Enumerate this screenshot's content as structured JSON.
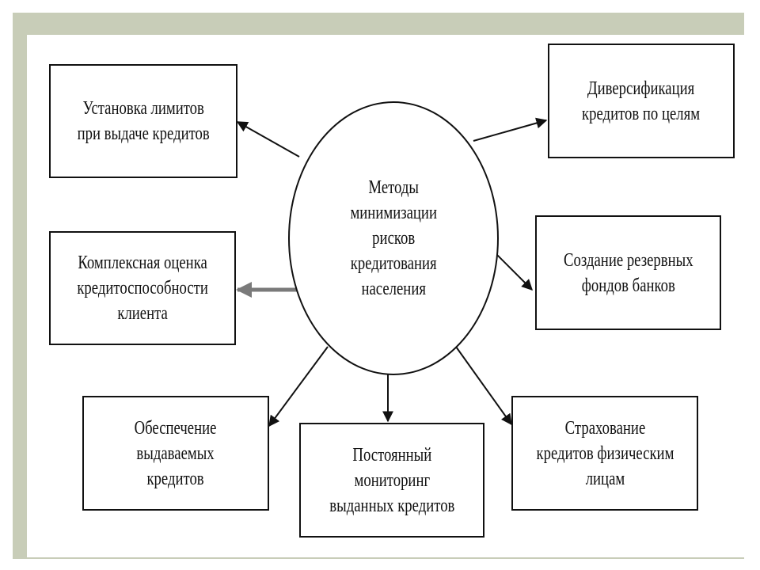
{
  "center": {
    "lines": [
      "Методы",
      "минимизации",
      "рисков",
      "кредитования",
      "населения"
    ]
  },
  "boxes": {
    "limits": {
      "lines": [
        "Установка лимитов",
        "при выдаче кредитов"
      ]
    },
    "diversification": {
      "lines": [
        "Диверсификация",
        "кредитов по целям"
      ]
    },
    "assessment": {
      "lines": [
        "Комплексная оценка",
        "кредитоспособности",
        "клиента"
      ]
    },
    "reserves": {
      "lines": [
        "Создание резервных",
        "фондов банков"
      ]
    },
    "collateral": {
      "lines": [
        "Обеспечение",
        "выдаваемых",
        "кредитов"
      ]
    },
    "monitoring": {
      "lines": [
        "Постоянный",
        "мониторинг",
        "выданных кредитов"
      ]
    },
    "insurance": {
      "lines": [
        "Страхование",
        "кредитов физическим",
        "лицам"
      ]
    }
  },
  "colors": {
    "frame": "#c8cdb8",
    "ink": "#111111",
    "thick_arrow": "#7a7a7a"
  }
}
